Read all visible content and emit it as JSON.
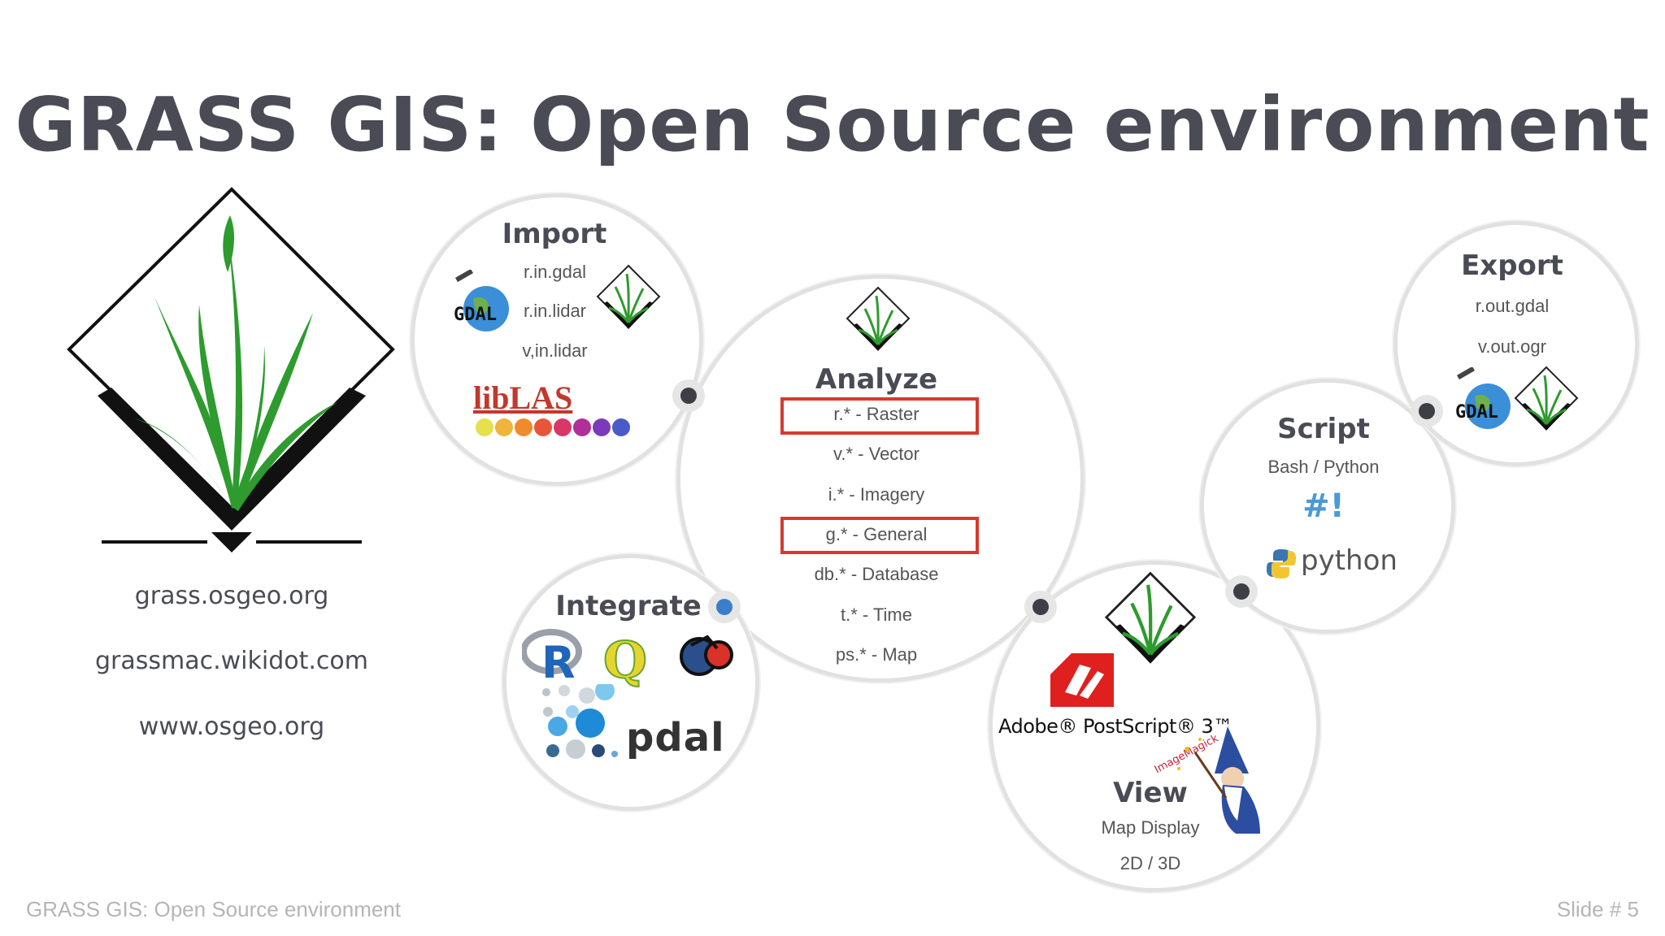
{
  "slide": {
    "title": "GRASS GIS: Open Source environment",
    "footer_title": "GRASS GIS: Open Source environment",
    "slide_number": "Slide #  5"
  },
  "links": [
    "grass.osgeo.org",
    "grassmac.wikidot.com",
    "www.osgeo.org"
  ],
  "import": {
    "title": "Import",
    "items": [
      "r.in.gdal",
      "r.in.lidar",
      "v,in.lidar"
    ],
    "logos": {
      "gdal": "GDAL",
      "liblas": "libLAS"
    }
  },
  "analyze": {
    "title": "Analyze",
    "items": [
      "r.* - Raster",
      "v.* - Vector",
      "i.* - Imagery",
      "g.* - General",
      "db.* - Database",
      "t.* - Time",
      "ps.* - Map"
    ],
    "highlighted": [
      "r.* - Raster",
      "g.* - General"
    ],
    "highlight_color": "#d63a2f"
  },
  "integrate": {
    "title": "Integrate",
    "logos": {
      "r": "R",
      "qgis": "Q",
      "pdal": "pdal"
    }
  },
  "view": {
    "title": "View",
    "items": [
      "Map Display",
      "2D / 3D"
    ],
    "logos": {
      "postscript": "Adobe® PostScript® 3™",
      "imagemagick": "ImageMagick"
    }
  },
  "script": {
    "title": "Script",
    "items": [
      "Bash / Python"
    ],
    "shebang": "#!",
    "python": "python"
  },
  "export": {
    "title": "Export",
    "items": [
      "r.out.gdal",
      "v.out.ogr"
    ],
    "logos": {
      "gdal": "GDAL"
    }
  },
  "colors": {
    "title": "#4a4b55",
    "connector": "#3e3f46",
    "blue_connector": "#3c7fc8",
    "grass_green": "#2e9b2e"
  }
}
